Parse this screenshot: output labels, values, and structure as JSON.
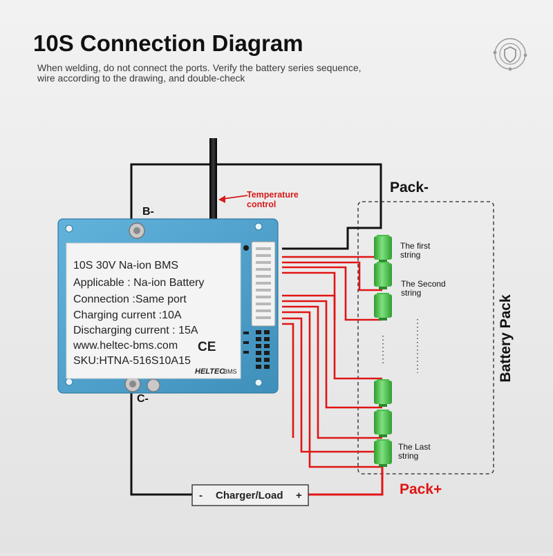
{
  "title": "10S Connection Diagram",
  "subtitle_lines": [
    "When welding, do not connect the ports. Verify the battery series sequence,",
    "wire according to the drawing, and double-check"
  ],
  "labels": {
    "b_minus": "B-",
    "c_minus": "C-",
    "pack_minus": "Pack-",
    "pack_plus": "Pack+",
    "battery_pack": "Battery Pack",
    "temperature_control": [
      "Temperature",
      "control"
    ],
    "charger_load": "Charger/Load",
    "charger_minus": "-",
    "charger_plus": "+"
  },
  "bms_label": {
    "lines": [
      "10S 30V Na-ion BMS",
      "Applicable : Na-ion Battery",
      "Connection :Same port",
      "Charging current :10A",
      "Discharging current : 15A",
      "www.heltec-bms.com",
      "SKU:HTNA-516S10A15"
    ],
    "ce_mark": "CE",
    "brand": "HELTEC",
    "brand_suffix": "BMS"
  },
  "cell_labels": {
    "first": [
      "The first",
      "string"
    ],
    "second": [
      "The Second",
      "string"
    ],
    "last": [
      "The Last",
      "string"
    ]
  },
  "colors": {
    "board": "#4fa0c8",
    "wire_balance": "#e01414",
    "wire_main": "#111111",
    "cell": "#3cbf3c",
    "title": "#111111",
    "warning": "#d61a1a"
  },
  "icons": [
    "shield-logo-icon"
  ]
}
